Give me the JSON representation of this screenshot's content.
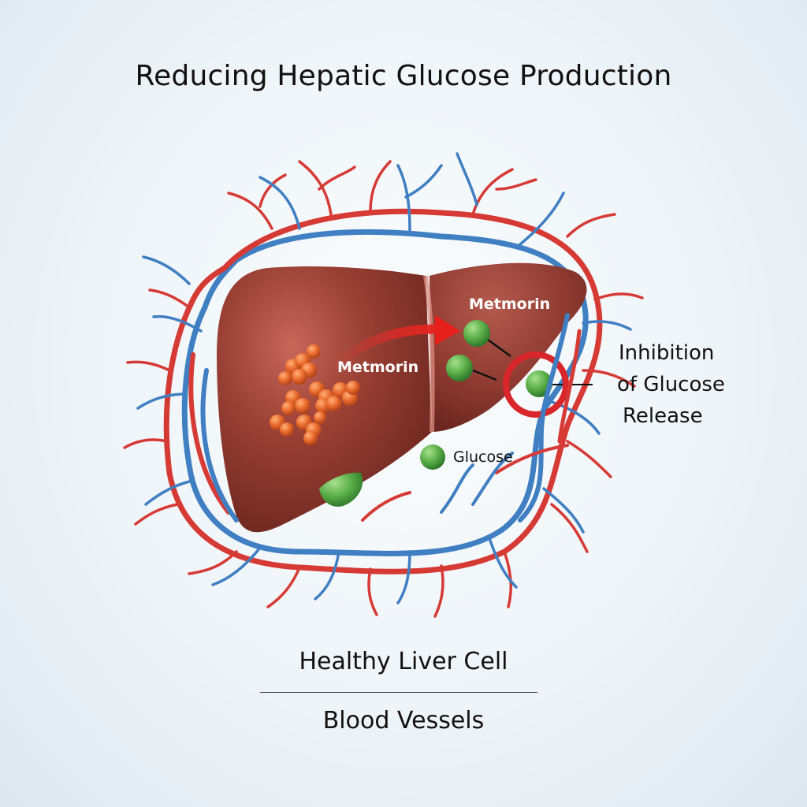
{
  "title": "Reducing Hepatic Glucose Production",
  "labels": {
    "metmorin_top": "Metmorin",
    "metmorin_center": "Metmorin",
    "glucose": "Glucose",
    "inhibition_line1": "Inhibition",
    "inhibition_line2": "of Glucose",
    "inhibition_line3": "Release"
  },
  "captions": {
    "top": "Healthy Liver Cell",
    "bottom": "Blood Vessels"
  },
  "colors": {
    "liver": "#8e3a30",
    "artery": "#d63a35",
    "vein": "#3f7fc2",
    "glucose": "#5cb04a",
    "metmorin_cluster": "#e6692a",
    "inhibition_ring": "#d9262a"
  }
}
